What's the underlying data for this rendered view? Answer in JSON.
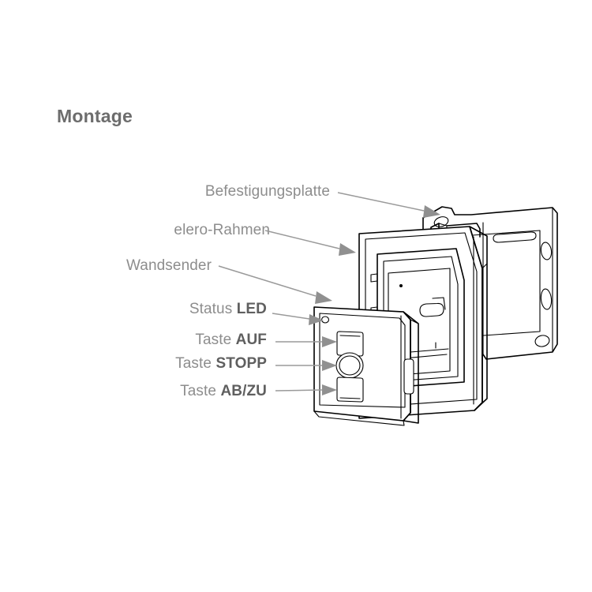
{
  "page": {
    "title": "Montage",
    "background_color": "#ffffff",
    "title_color": "#6d6d6d",
    "label_color": "#8d8d8d",
    "label_emphasis_color": "#5f5f5f",
    "leader_color": "#9a9a9a",
    "arrow_color": "#909090",
    "line_art_color": "#000000"
  },
  "callouts": [
    {
      "id": "befestigungsplatte",
      "text_plain": "Befestigungsplatte",
      "prefix": "Befestigungsplatte",
      "emphasis": "",
      "target": "mounting-plate"
    },
    {
      "id": "elero-rahmen",
      "text_plain": "elero-Rahmen",
      "prefix": "elero-Rahmen",
      "emphasis": "",
      "target": "frame"
    },
    {
      "id": "wandsender",
      "text_plain": "Wandsender",
      "prefix": "Wandsender",
      "emphasis": "",
      "target": "wall-transmitter"
    },
    {
      "id": "status-led",
      "text_plain": "Status LED",
      "prefix": "Status ",
      "emphasis": "LED",
      "target": "led-indicator"
    },
    {
      "id": "taste-auf",
      "text_plain": "Taste AUF",
      "prefix": "Taste ",
      "emphasis": "AUF",
      "target": "button-up"
    },
    {
      "id": "taste-stopp",
      "text_plain": "Taste STOPP",
      "prefix": "Taste ",
      "emphasis": "STOPP",
      "target": "button-stop"
    },
    {
      "id": "taste-abzu",
      "text_plain": "Taste AB/ZU",
      "prefix": "Taste ",
      "emphasis": "AB/ZU",
      "target": "button-down"
    }
  ],
  "diagram": {
    "type": "exploded-assembly-drawing",
    "components": [
      {
        "name": "mounting-plate",
        "label": "Befestigungsplatte"
      },
      {
        "name": "frame",
        "label": "elero-Rahmen"
      },
      {
        "name": "wall-transmitter",
        "label": "Wandsender"
      }
    ],
    "controls": [
      {
        "name": "led-indicator",
        "label": "Status LED",
        "shape": "dot"
      },
      {
        "name": "button-up",
        "label": "Taste AUF",
        "shape": "rounded-square"
      },
      {
        "name": "button-stop",
        "label": "Taste STOPP",
        "shape": "circle"
      },
      {
        "name": "button-down",
        "label": "Taste AB/ZU",
        "shape": "rounded-square"
      }
    ]
  }
}
